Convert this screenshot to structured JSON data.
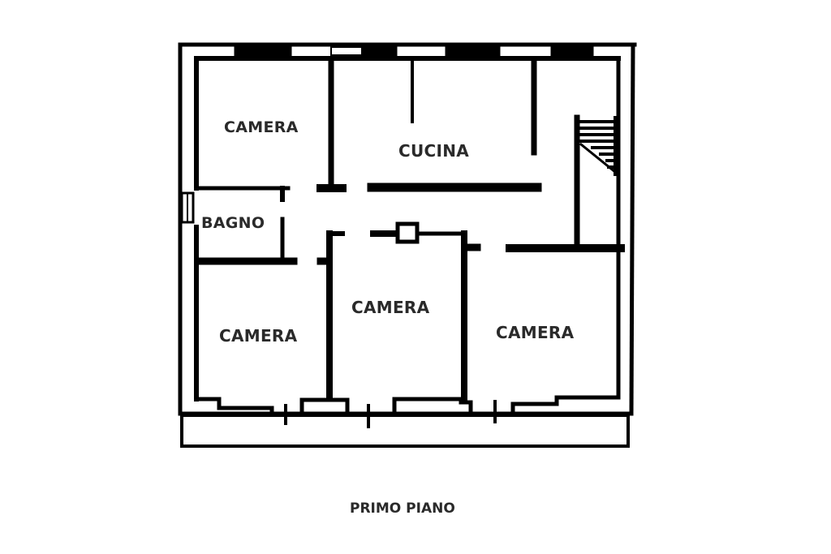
{
  "floor_plan": {
    "title": "PRIMO PIANO",
    "wall_color": "#000000",
    "background_color": "#ffffff",
    "rooms": [
      {
        "id": "camera-top-left",
        "label": "CAMERA"
      },
      {
        "id": "cucina",
        "label": "CUCINA"
      },
      {
        "id": "bagno",
        "label": "BAGNO"
      },
      {
        "id": "camera-center",
        "label": "CAMERA"
      },
      {
        "id": "camera-bottom-left",
        "label": "CAMERA"
      },
      {
        "id": "camera-bottom-right",
        "label": "CAMERA"
      }
    ],
    "features": [
      "stairs",
      "balcony",
      "windows",
      "doors",
      "chimney-flue"
    ]
  }
}
